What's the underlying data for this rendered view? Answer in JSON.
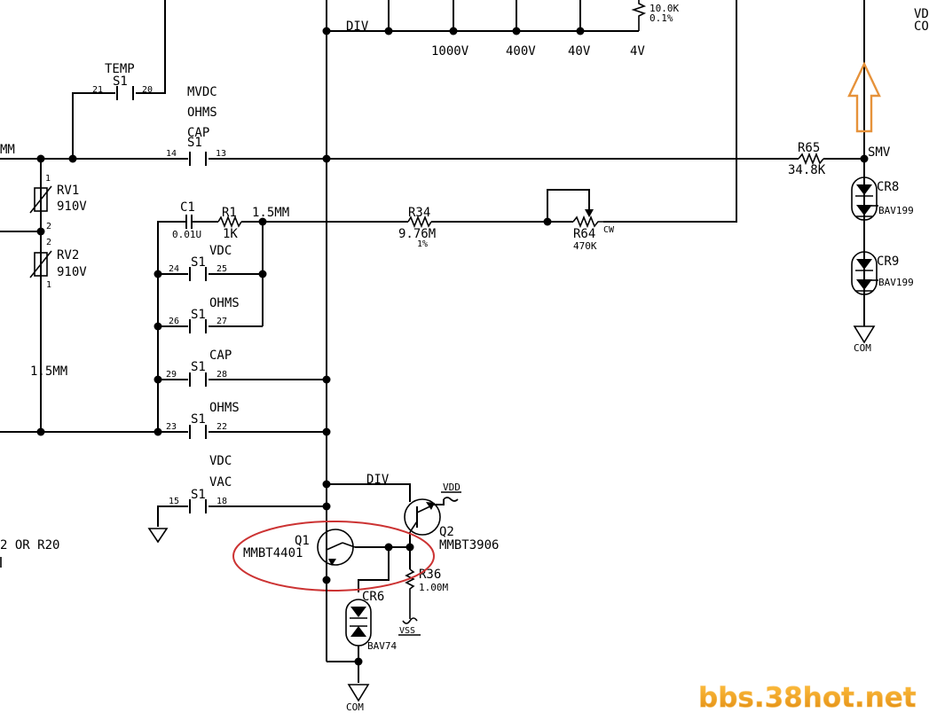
{
  "colors": {
    "wire": "#000000",
    "highlight": "#cc3333",
    "arrow": "#e6923a",
    "watermark": "#f0a020"
  },
  "top": {
    "div": "DIV",
    "range_1000": "1000V",
    "range_400": "400V",
    "range_40": "40V",
    "range_4": "4V",
    "res_val": "10.0K",
    "res_tol": "0.1%",
    "edge_text_1": "VD",
    "edge_text_2": "CO"
  },
  "s1_temp": {
    "label": "TEMP",
    "name": "S1",
    "pin_a": "21",
    "pin_b": "20"
  },
  "mode_text": {
    "mvdc": "MVDC",
    "ohms": "OHMS",
    "cap": "CAP"
  },
  "s1_cap_main": {
    "name": "S1",
    "pin_a": "14",
    "pin_b": "13"
  },
  "left_edge": {
    "mm": "MM",
    "r_ref": "2 OR R20",
    "one_5mm": "1.5MM"
  },
  "rv1": {
    "ref": "RV1",
    "value": "910V",
    "pin1": "1",
    "pin2": "2"
  },
  "rv2": {
    "ref": "RV2",
    "value": "910V",
    "pin1": "1",
    "pin2": "2"
  },
  "c1": {
    "ref": "C1",
    "value": "0.01U"
  },
  "r1": {
    "ref": "R1",
    "value": "1K"
  },
  "node_1_5mm": "1.5MM",
  "r34": {
    "ref": "R34",
    "value": "9.76M",
    "tol": "1%"
  },
  "r64": {
    "ref": "R64",
    "value": "470K",
    "cw": "CW"
  },
  "r65": {
    "ref": "R65",
    "value": "34.8K"
  },
  "smv": "SMV",
  "cr8": {
    "ref": "CR8",
    "part": "BAV199"
  },
  "cr9": {
    "ref": "CR9",
    "part": "BAV199"
  },
  "com": "COM",
  "s1_vdc": {
    "label": "VDC",
    "name": "S1",
    "pin_a": "24",
    "pin_b": "25"
  },
  "s1_ohms": {
    "label": "OHMS",
    "name": "S1",
    "pin_a": "26",
    "pin_b": "27"
  },
  "s1_cap": {
    "label": "CAP",
    "name": "S1",
    "pin_a": "29",
    "pin_b": "28"
  },
  "s1_ohms2": {
    "label": "OHMS",
    "name": "S1",
    "pin_a": "23",
    "pin_b": "22"
  },
  "s1_vac": {
    "label_1": "VDC",
    "label_2": "VAC",
    "name": "S1",
    "pin_a": "15",
    "pin_b": "18"
  },
  "q1": {
    "ref": "Q1",
    "part": "MMBT4401"
  },
  "q2": {
    "ref": "Q2",
    "part": "MMBT3906"
  },
  "div_bottom": "DIV",
  "vdd": "VDD",
  "r36": {
    "ref": "R36",
    "value": "1.00M"
  },
  "vss": "VSS",
  "cr6": {
    "ref": "CR6",
    "part": "BAV74"
  },
  "com_bottom": "COM",
  "watermark": "bbs.38hot.net"
}
